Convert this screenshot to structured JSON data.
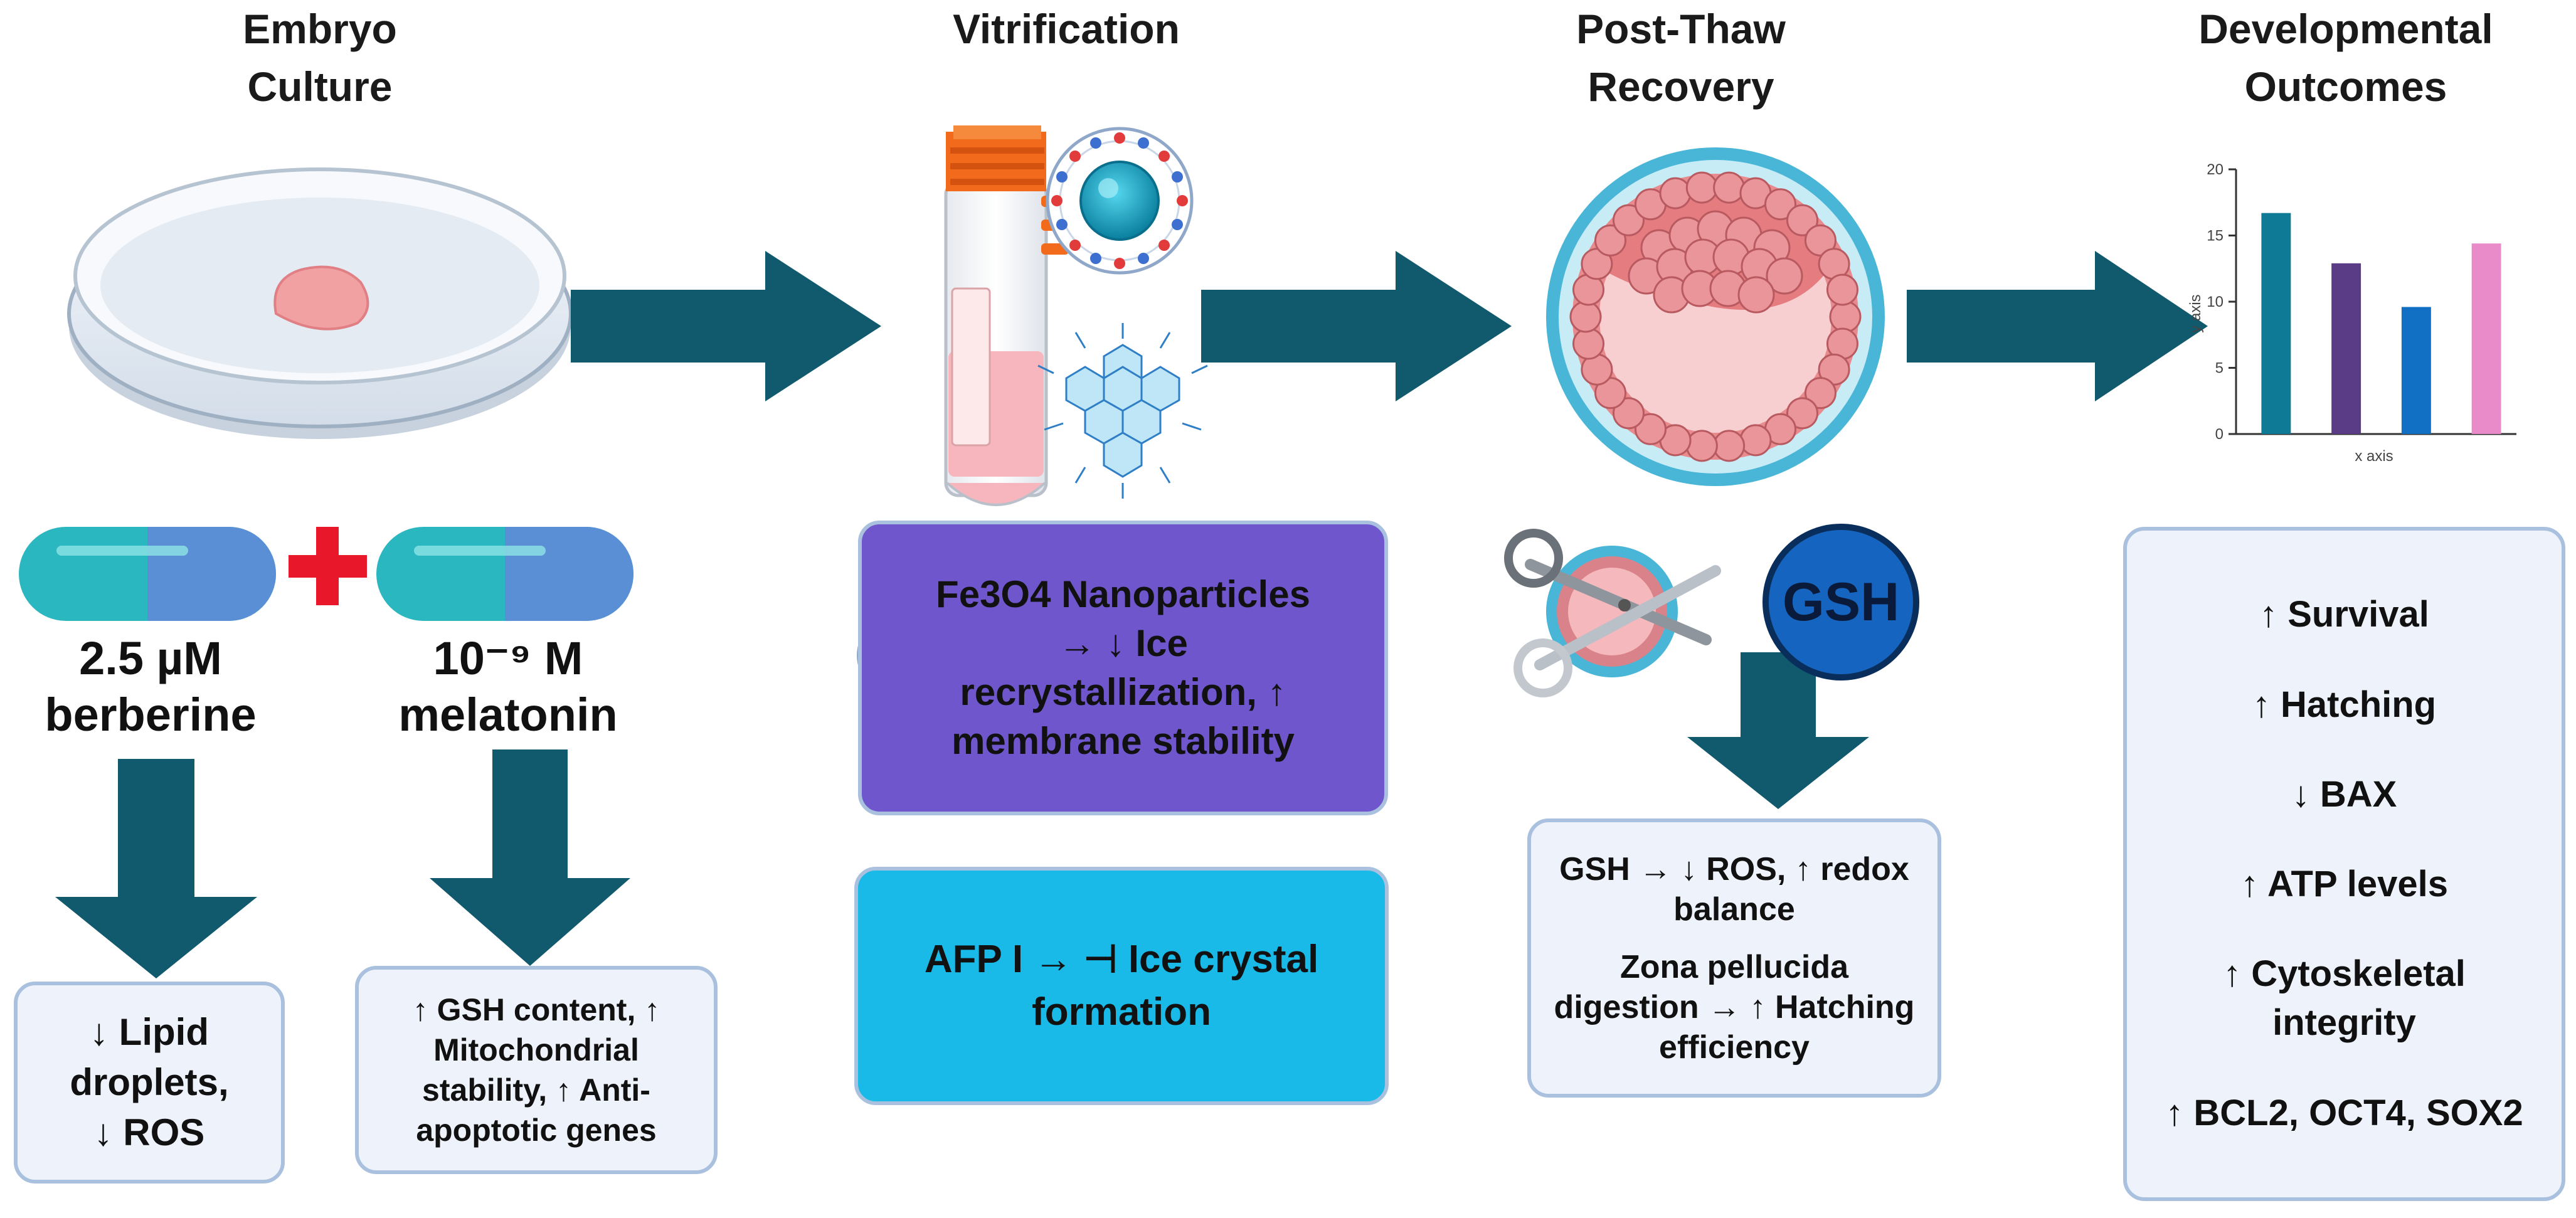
{
  "stages": {
    "culture": [
      "Embryo",
      "Culture"
    ],
    "vitrification": [
      "Vitrification"
    ],
    "post_thaw": [
      "Post-Thaw",
      "Recovery"
    ],
    "outcomes": [
      "Developmental",
      "Outcomes"
    ]
  },
  "treatments": {
    "berberine": [
      "2.5 µM",
      "berberine"
    ],
    "melatonin": [
      "10⁻⁹ M",
      "melatonin"
    ]
  },
  "boxes": {
    "berberine_effects": [
      "↓ Lipid",
      "droplets,",
      "↓ ROS"
    ],
    "melatonin_effects": [
      "↑ GSH content, ↑",
      "Mitochondrial",
      "stability, ↑ Anti-",
      "apoptotic genes"
    ],
    "fe3o4": [
      "Fe3O4 Nanoparticles",
      "→ ↓ Ice",
      "recrystallization, ↑",
      "membrane stability"
    ],
    "afp": [
      "AFP I → ⊣ Ice crystal",
      "formation"
    ],
    "gsh_effects": [
      "GSH → ↓ ROS, ↑ redox",
      "balance",
      "",
      "Zona pellucida",
      "digestion → ↑ Hatching",
      "efficiency"
    ],
    "outcomes": [
      "↑ Survival",
      "↑ Hatching",
      "↓ BAX",
      "↑ ATP levels",
      "↑ Cytoskeletal",
      "integrity",
      "↑ BCL2, OCT4, SOX2"
    ]
  },
  "gsh_badge": "GSH",
  "icons": [
    "petri-dish-icon",
    "capsule-icon",
    "plus-icon",
    "cryovial-icon",
    "nanoparticle-icon",
    "ice-crystal-icon",
    "blastocyst-icon",
    "scissors-icon",
    "arrow-right-icon",
    "arrow-down-icon"
  ],
  "colors": {
    "arrow": "#115a6e",
    "box_border": "#a9c0de",
    "box_fill": "#eef3fb",
    "fe3o4_fill": "#6f56cc",
    "afp_fill": "#19b9e8",
    "gsh_badge": "#1565c0",
    "plus": "#e8182a"
  },
  "chart_data": {
    "type": "bar",
    "categories": [
      "",
      "",
      "",
      ""
    ],
    "values": [
      16.7,
      12.9,
      9.6,
      14.4
    ],
    "colors": [
      "#0f7a96",
      "#5a3b86",
      "#1270c4",
      "#e98bc8"
    ],
    "xlabel": "x axis",
    "ylabel": "y axis",
    "ylim": [
      0,
      20
    ],
    "yticks": [
      "0",
      "5",
      "10",
      "15",
      "20"
    ]
  }
}
